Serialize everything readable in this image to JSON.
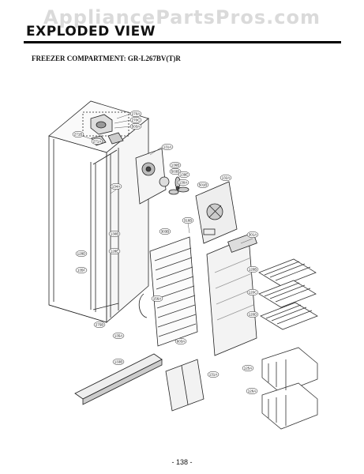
{
  "watermark": "AppliancePartsPros.com",
  "title": "EXPLODED VIEW",
  "subtitle": "FREEZER COMPARTMENT: GR-L267BV(T)R",
  "page_number": "- 138 -",
  "callouts": [
    "270A",
    "270C",
    "503A",
    "271B",
    "271A",
    "131A",
    "136B",
    "503B",
    "139E",
    "130A",
    "501B",
    "132A",
    "134A",
    "316B",
    "303B",
    "130B",
    "128E",
    "128D",
    "135F",
    "301A",
    "120B",
    "120C",
    "120D",
    "156A",
    "275B",
    "135A",
    "133B",
    "131A",
    "125A",
    "126A",
    "603A"
  ]
}
